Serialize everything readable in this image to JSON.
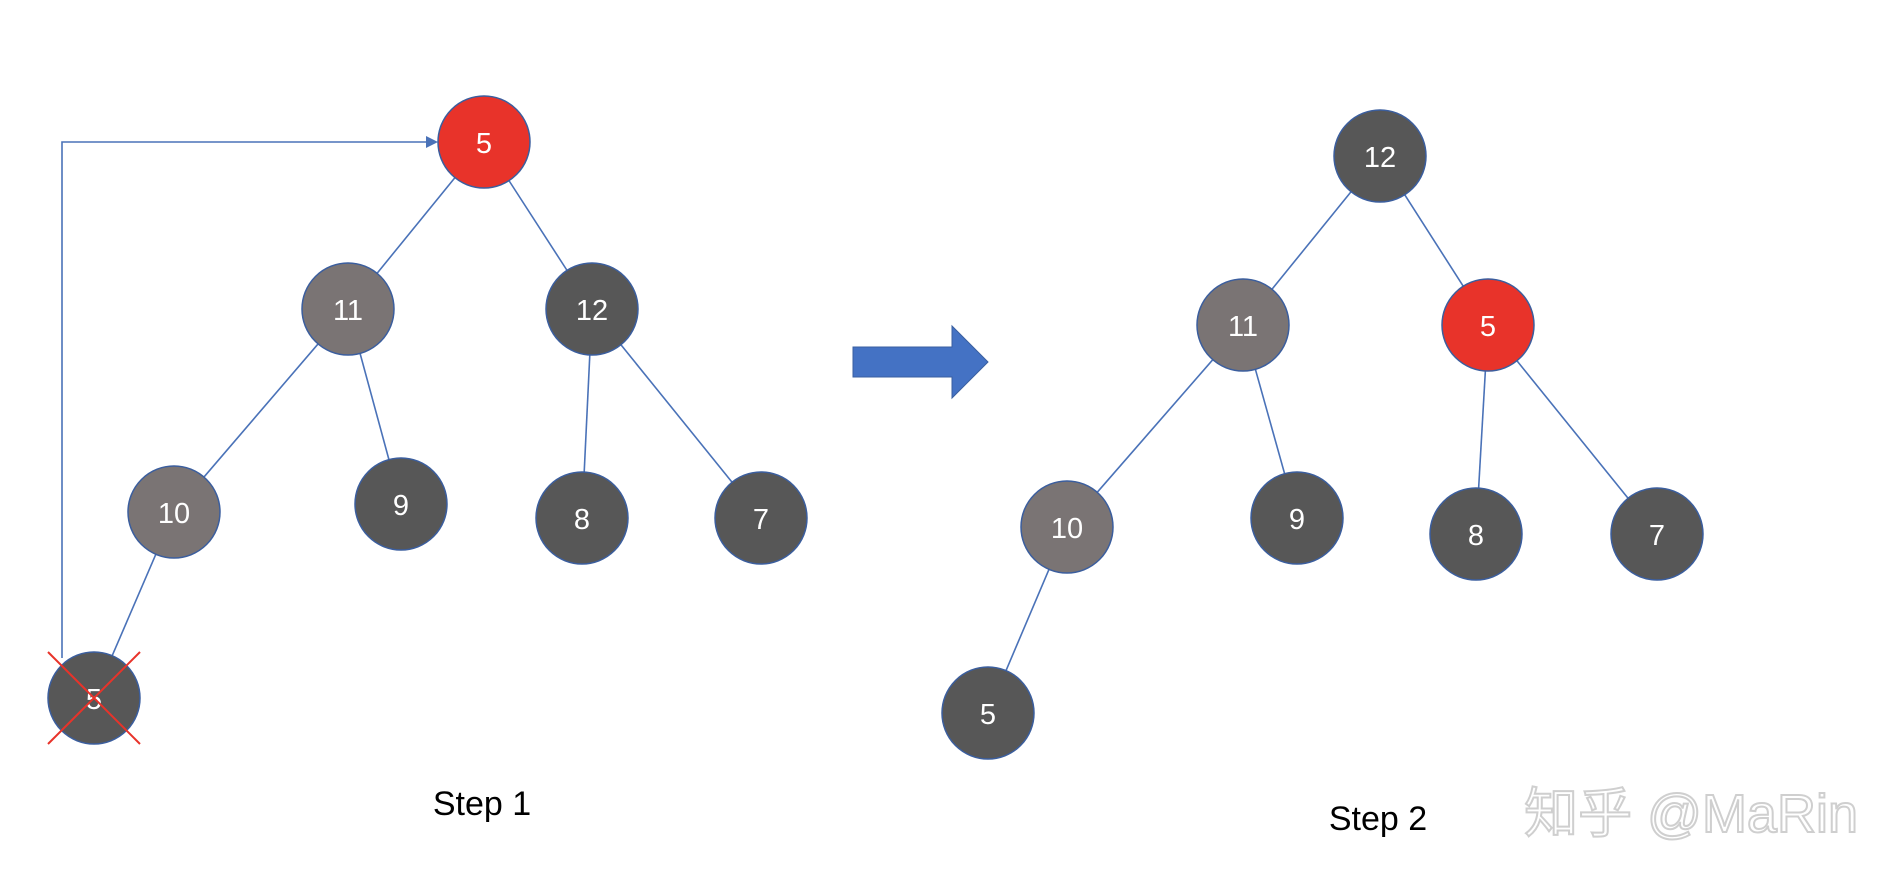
{
  "colors": {
    "red_node": "#E8332A",
    "dark_node": "#575757",
    "gray_node": "#7A7474",
    "edge": "#4A72B8",
    "arrow_fill": "#4472C4",
    "cross": "#E8332A",
    "node_text": "#ffffff",
    "caption_text": "#000000",
    "watermark": "#D8D8D8"
  },
  "step1": {
    "caption": "Step 1",
    "nodes": [
      {
        "id": "s1-root",
        "label": "5",
        "color": "red"
      },
      {
        "id": "s1-11",
        "label": "11",
        "color": "gray"
      },
      {
        "id": "s1-12",
        "label": "12",
        "color": "dark"
      },
      {
        "id": "s1-10",
        "label": "10",
        "color": "gray"
      },
      {
        "id": "s1-9",
        "label": "9",
        "color": "dark"
      },
      {
        "id": "s1-8",
        "label": "8",
        "color": "dark"
      },
      {
        "id": "s1-7",
        "label": "7",
        "color": "dark"
      },
      {
        "id": "s1-5-removed",
        "label": "5",
        "color": "dark",
        "crossed": true
      }
    ],
    "edges": [
      [
        "s1-root",
        "s1-11"
      ],
      [
        "s1-root",
        "s1-12"
      ],
      [
        "s1-11",
        "s1-10"
      ],
      [
        "s1-11",
        "s1-9"
      ],
      [
        "s1-12",
        "s1-8"
      ],
      [
        "s1-12",
        "s1-7"
      ],
      [
        "s1-10",
        "s1-5-removed"
      ]
    ],
    "move_arrow": {
      "from": "s1-5-removed",
      "to": "s1-root"
    }
  },
  "transition_arrow": {
    "icon": "right-arrow-icon"
  },
  "step2": {
    "caption": "Step 2",
    "nodes": [
      {
        "id": "s2-root",
        "label": "12",
        "color": "dark"
      },
      {
        "id": "s2-11",
        "label": "11",
        "color": "gray"
      },
      {
        "id": "s2-5",
        "label": "5",
        "color": "red"
      },
      {
        "id": "s2-10",
        "label": "10",
        "color": "gray"
      },
      {
        "id": "s2-9",
        "label": "9",
        "color": "dark"
      },
      {
        "id": "s2-8",
        "label": "8",
        "color": "dark"
      },
      {
        "id": "s2-7",
        "label": "7",
        "color": "dark"
      },
      {
        "id": "s2-5-leaf",
        "label": "5",
        "color": "dark"
      }
    ],
    "edges": [
      [
        "s2-root",
        "s2-11"
      ],
      [
        "s2-root",
        "s2-5"
      ],
      [
        "s2-11",
        "s2-10"
      ],
      [
        "s2-11",
        "s2-9"
      ],
      [
        "s2-5",
        "s2-8"
      ],
      [
        "s2-5",
        "s2-7"
      ],
      [
        "s2-10",
        "s2-5-leaf"
      ]
    ]
  },
  "watermark": "知乎 @MaRin"
}
